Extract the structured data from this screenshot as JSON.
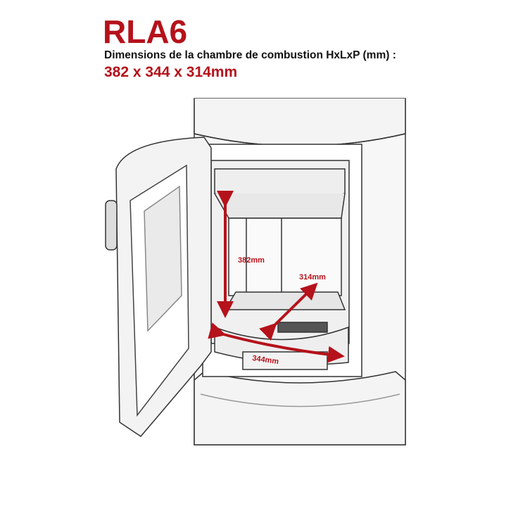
{
  "header": {
    "model": "RLA6",
    "subtitle": "Dimensions de la chambre de combustion HxLxP (mm) :",
    "dimensions": "382 x 344 x 314mm"
  },
  "diagram": {
    "height_label": "382mm",
    "width_label": "344mm",
    "depth_label": "314mm",
    "accent_color": "#b5121b"
  }
}
